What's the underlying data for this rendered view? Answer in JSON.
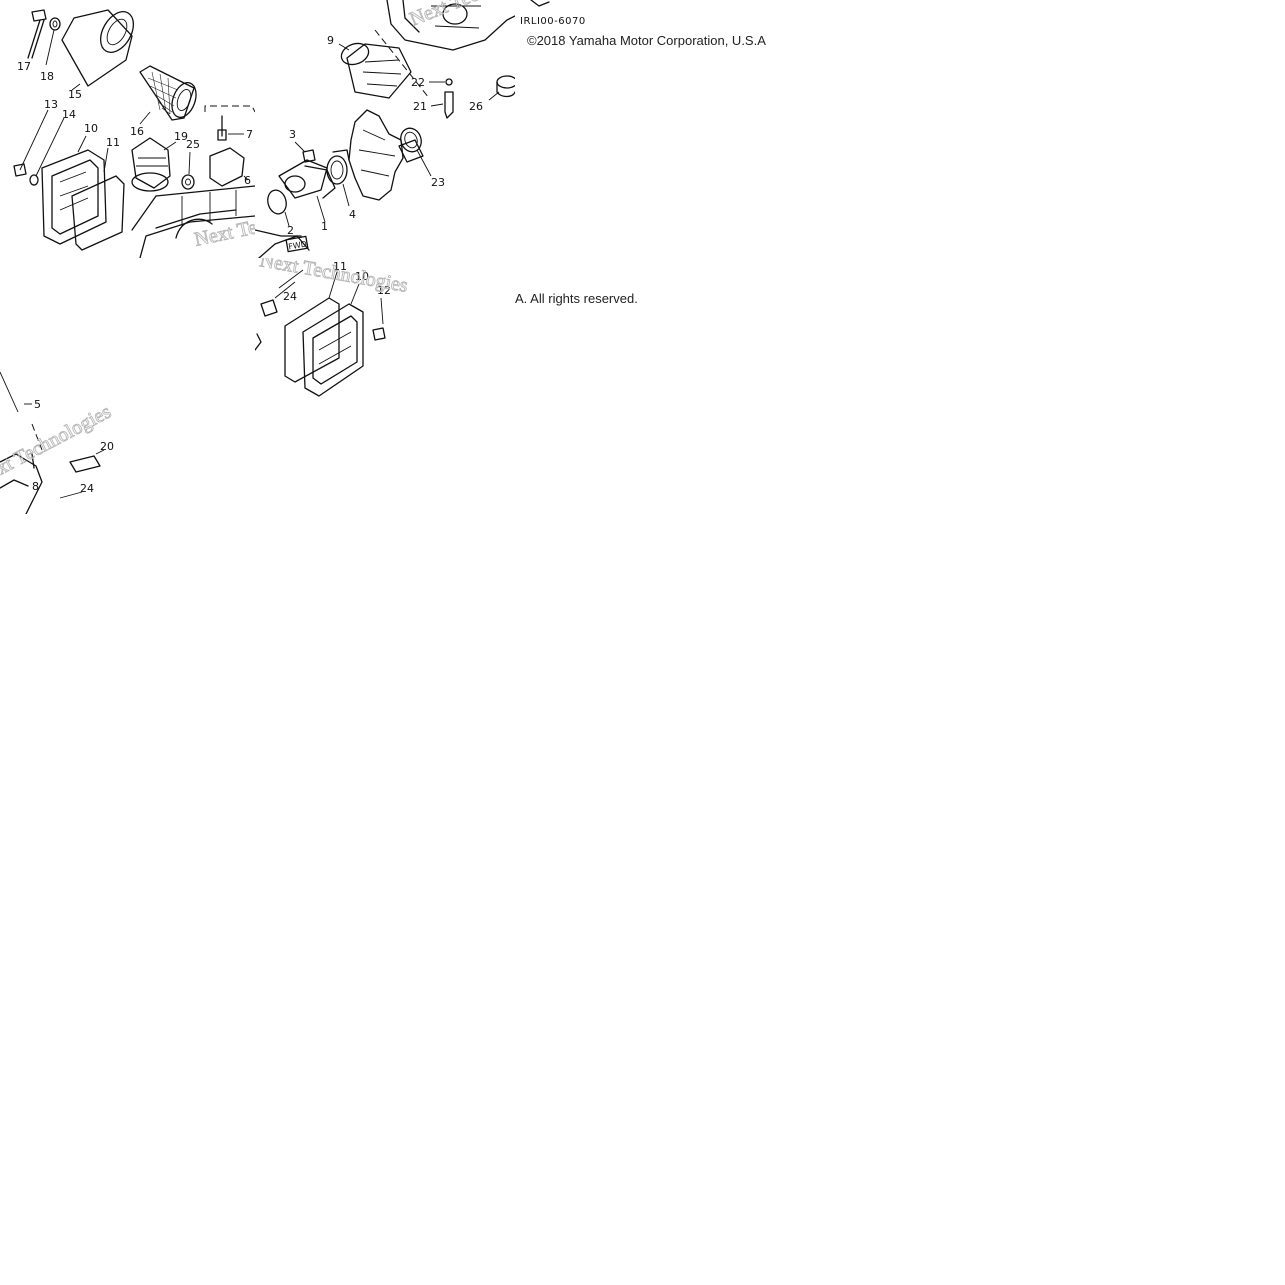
{
  "diagram": {
    "drawing_code": "IRLI00-6070",
    "notice_top": "©2018 Yamaha Motor Corporation, U.S.A",
    "notice_bottom": "A. All rights reserved.",
    "watermark": "Next Technologies",
    "callouts": [
      "1",
      "2",
      "3",
      "4",
      "5",
      "6",
      "7",
      "8",
      "9",
      "10",
      "11",
      "12",
      "13",
      "14",
      "15",
      "16",
      "17",
      "18",
      "19",
      "20",
      "21",
      "22",
      "23",
      "24",
      "25",
      "26"
    ]
  },
  "callout_labels": {
    "c1": "1",
    "c2": "2",
    "c3": "3",
    "c4": "4",
    "c5": "5",
    "c6": "6",
    "c7": "7",
    "c8": "8",
    "c9": "9",
    "c10a": "10",
    "c10b": "10",
    "c11a": "11",
    "c11b": "11",
    "c12": "12",
    "c13": "13",
    "c14": "14",
    "c15": "15",
    "c16": "16",
    "c17": "17",
    "c18": "18",
    "c19": "19",
    "c20": "20",
    "c21": "21",
    "c22": "22",
    "c23": "23",
    "c24a": "24",
    "c24b": "24",
    "c25": "25",
    "c26": "26",
    "fwd": "FWD"
  }
}
